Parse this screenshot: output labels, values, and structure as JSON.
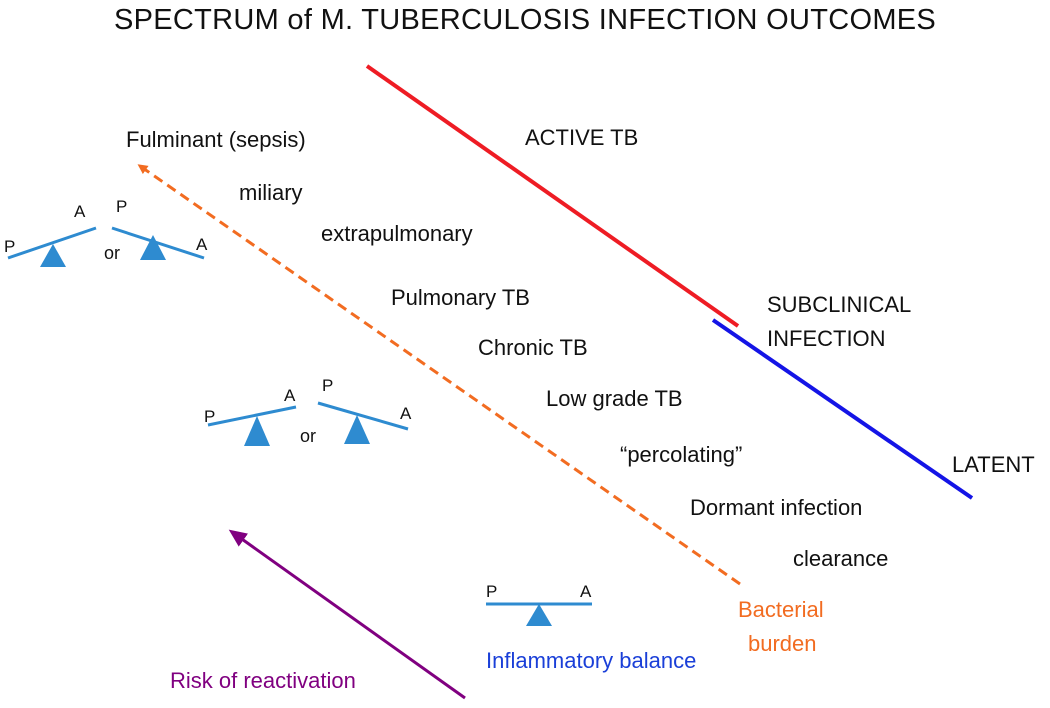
{
  "title": "SPECTRUM of M. TUBERCULOSIS INFECTION OUTCOMES",
  "outcomes": [
    "Fulminant (sepsis)",
    "miliary",
    "extrapulmonary",
    "Pulmonary TB",
    "Chronic TB",
    "Low grade TB",
    "“percolating”",
    "Dormant infection",
    "clearance"
  ],
  "categories": {
    "active": "ACTIVE TB",
    "subclinical_line1": "SUBCLINICAL",
    "subclinical_line2": "INFECTION",
    "latent": "LATENT"
  },
  "bacterial_burden": {
    "line1": "Bacterial",
    "line2": "burden"
  },
  "inflammatory_balance": "Inflammatory balance",
  "risk_of_reactivation": "Risk of reactivation",
  "balance": {
    "p": "P",
    "a": "A",
    "or": "or"
  },
  "colors": {
    "active": "#ee1c24",
    "latent": "#1414e6",
    "burden": "#f26c21",
    "reactivation": "#800080",
    "inflammatory": "#1a3fd8",
    "balance": "#2e8bd0"
  }
}
